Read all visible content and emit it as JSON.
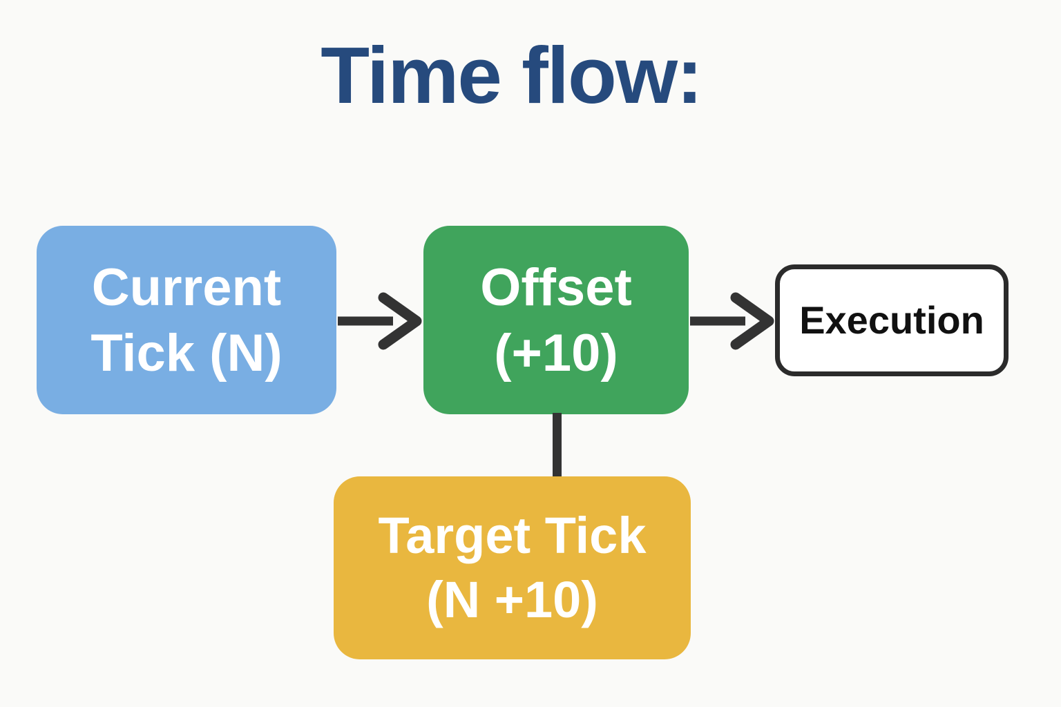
{
  "title": "Time flow:",
  "diagram": {
    "nodes": {
      "current_tick": {
        "label": "Current\nTick (N)",
        "color": "#79AEE3",
        "text_color": "#FFFFFF"
      },
      "offset": {
        "label": "Offset\n(+10)",
        "color": "#40A45C",
        "text_color": "#FFFFFF"
      },
      "execution": {
        "label": "Execution",
        "color": "#FFFFFF",
        "border_color": "#2B2B2B",
        "text_color": "#111111"
      },
      "target_tick": {
        "label": "Target Tick\n(N +10)",
        "color": "#E9B73F",
        "text_color": "#FFFFFF"
      }
    },
    "edges": [
      {
        "from": "current_tick",
        "to": "offset",
        "type": "arrow"
      },
      {
        "from": "offset",
        "to": "execution",
        "type": "arrow"
      },
      {
        "from": "offset",
        "to": "target_tick",
        "type": "line"
      }
    ]
  },
  "colors": {
    "background": "#FAFAF8",
    "title": "#264A7D",
    "connector": "#333333"
  }
}
